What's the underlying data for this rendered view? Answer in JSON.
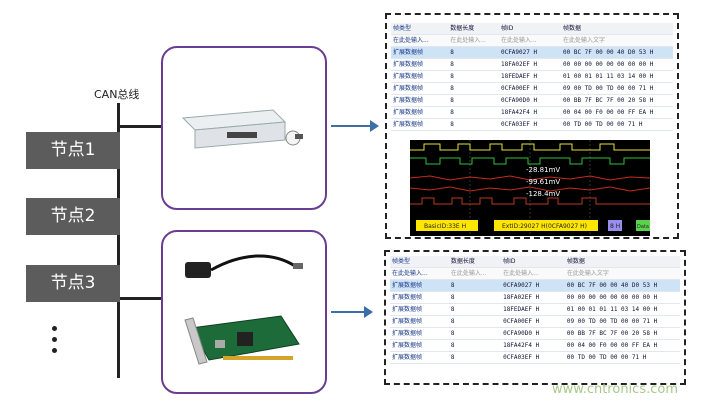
{
  "bus": {
    "label": "CAN总线"
  },
  "nodes": [
    {
      "label": "节点1"
    },
    {
      "label": "节点2"
    },
    {
      "label": "节点3"
    }
  ],
  "table": {
    "headers": [
      "帧类型",
      "数据长度",
      "帧ID",
      "帧数据"
    ],
    "filters": [
      "在此处输入...",
      "在此处输入...",
      "在此处输入...",
      "在此处输入文字"
    ],
    "rows": [
      [
        "扩展数据帧",
        "8",
        "0CFA9027 H",
        "00 BC 7F 00 00 40 D0 53 H"
      ],
      [
        "扩展数据帧",
        "8",
        "18FA02EF H",
        "00 00 00 00 00 00 00 00 H"
      ],
      [
        "扩展数据帧",
        "8",
        "18FEDAEF H",
        "01 00 01 01 11 03 14 00 H"
      ],
      [
        "扩展数据帧",
        "8",
        "0CFA00EF H",
        "09 00 TD 00 TD 00 00 71 H"
      ],
      [
        "扩展数据帧",
        "8",
        "0CFA90D0 H",
        "00 BB 7F BC 7F 00 20 58 H"
      ],
      [
        "扩展数据帧",
        "8",
        "18FA42F4 H",
        "00 04 00 F0 00 00 FF EA H"
      ],
      [
        "扩展数据帧",
        "8",
        "0CFA03EF H",
        "00 TD 00 TD 00 00 71 H"
      ]
    ]
  },
  "scope": {
    "readouts": [
      "-28.81mV",
      "-99.61mV",
      "-128.4mV"
    ],
    "decode": [
      "BasicID:33E H",
      "ExtID:29027 H(0CFA9027 H)",
      "8 H",
      "Data"
    ]
  },
  "watermark": "www.cntronics.com",
  "colors": {
    "node": "#5c5c5c",
    "box_border": "#6a3d8f",
    "arrow": "#3b6fa8",
    "decode": "#ffe600"
  }
}
